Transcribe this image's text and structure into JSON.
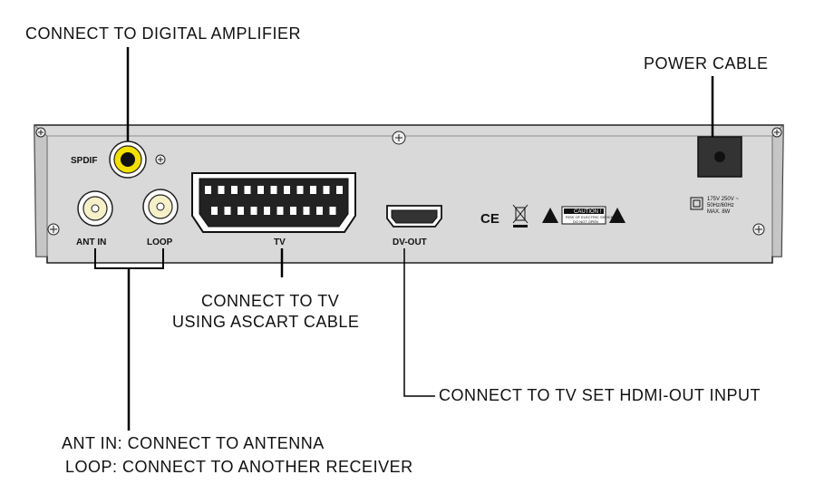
{
  "callouts": {
    "digital_amplifier": "CONNECT TO  DIGITAL AMPLIFIER",
    "power_cable": "POWER CABLE",
    "scart_line1": "CONNECT TO TV",
    "scart_line2": "USING ASCART CABLE",
    "hdmi": "CONNECT  TO TV SET HDMI-OUT INPUT",
    "ant_in": "ANT IN: CONNECT TO ANTENNA",
    "loop": "LOOP: CONNECT TO ANOTHER RECEIVER"
  },
  "panel_labels": {
    "spdif": "SPDIF",
    "ant_in": "ANT IN",
    "loop": "LOOP",
    "tv": "TV",
    "dv_out": "DV-OUT",
    "ce": "CE",
    "caution": "CAUTION !",
    "caution_sub1": "RISK OF ELECTRIC SHOCK",
    "caution_sub2": "DO NOT OPEN",
    "power_rating_1": "175V  250V ~",
    "power_rating_2": "50Hz/60Hz",
    "power_rating_3": "MAX. 8W"
  },
  "colors": {
    "panel_fill": "#d8d8d8",
    "panel_stroke": "#222222",
    "spdif_ring": "#f2e000",
    "line": "#000000"
  },
  "icons": [
    "screw-icon",
    "ground-icon",
    "warning-triangle-icon",
    "weee-bin-icon",
    "double-insulation-icon"
  ]
}
